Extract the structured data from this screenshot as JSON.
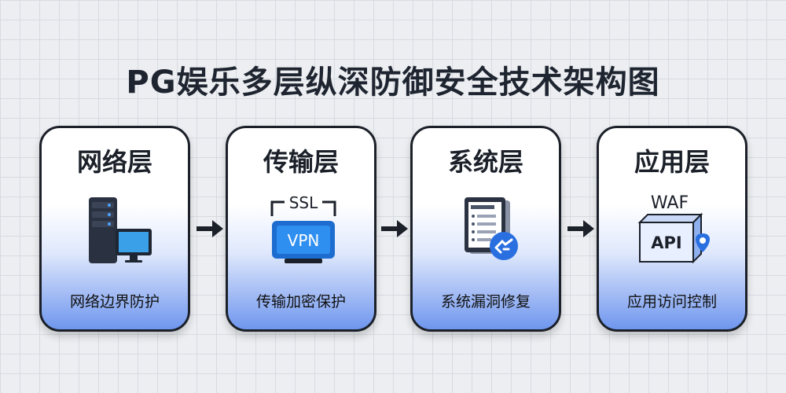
{
  "title": "PG娱乐多层纵深防御安全技术架构图",
  "layers": [
    {
      "name": "网络层",
      "desc": "网络边界防护",
      "icon": "server-monitor-icon"
    },
    {
      "name": "传输层",
      "desc": "传输加密保护",
      "icon": "ssl-vpn-icon",
      "labels": [
        "SSL",
        "VPN"
      ]
    },
    {
      "name": "系统层",
      "desc": "系统漏洞修复",
      "icon": "document-repair-icon"
    },
    {
      "name": "应用层",
      "desc": "应用访问控制",
      "icon": "waf-api-icon",
      "labels": [
        "WAF",
        "API"
      ]
    }
  ],
  "colors": {
    "accent": "#2d63e0",
    "border": "#1b2029",
    "arrow": "#1b2029"
  }
}
